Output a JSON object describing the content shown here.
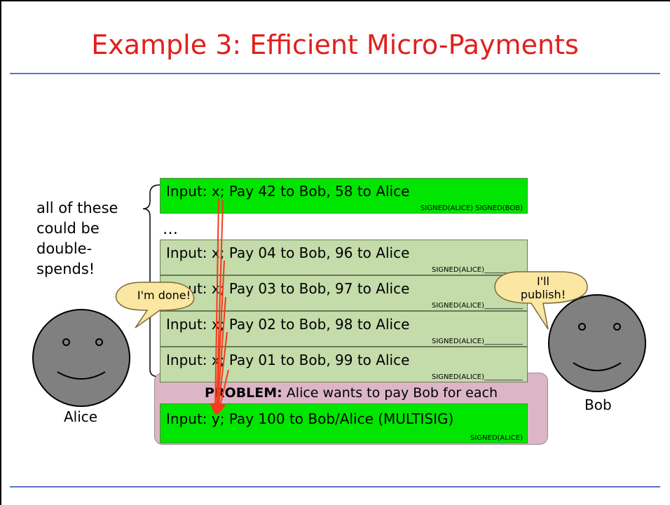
{
  "title": "Example 3: Efficient Micro-Payments",
  "side_note": "all of these\ncould be\ndouble-\nspends!",
  "ellipsis": "…",
  "transactions": [
    {
      "text": "Input: x; Pay 42 to Bob, 58 to Alice",
      "sig": "SIGNED(ALICE) SIGNED(BOB)"
    },
    {
      "text": "Input: x; Pay 04 to Bob, 96 to Alice",
      "sig": "SIGNED(ALICE)___________"
    },
    {
      "text": "Input: x; Pay 03 to Bob, 97 to Alice",
      "sig": "SIGNED(ALICE)___________"
    },
    {
      "text": "Input: x; Pay 02 to Bob, 98 to Alice",
      "sig": "SIGNED(ALICE)___________"
    },
    {
      "text": "Input: x; Pay 01 to Bob, 99 to Alice",
      "sig": "SIGNED(ALICE)___________"
    }
  ],
  "problem": {
    "label": "PROBLEM:",
    "text": " Alice wants to pay Bob for each"
  },
  "multisig": {
    "text": "Input: y; Pay 100 to Bob/Alice (MULTISIG)",
    "sig": "SIGNED(ALICE)"
  },
  "alice": {
    "name": "Alice",
    "speech": "I'm done!"
  },
  "bob": {
    "name": "Bob",
    "speech": "I'll\npublish!"
  },
  "colors": {
    "title": "#e0201c",
    "rule": "#5b73c9",
    "bright_green": "#00e600",
    "pale_green": "#c3dcaa",
    "problem_box": "#dcb6c6",
    "arrow": "#f53a1c",
    "bubble": "#fbe6a2",
    "face": "#808080"
  }
}
